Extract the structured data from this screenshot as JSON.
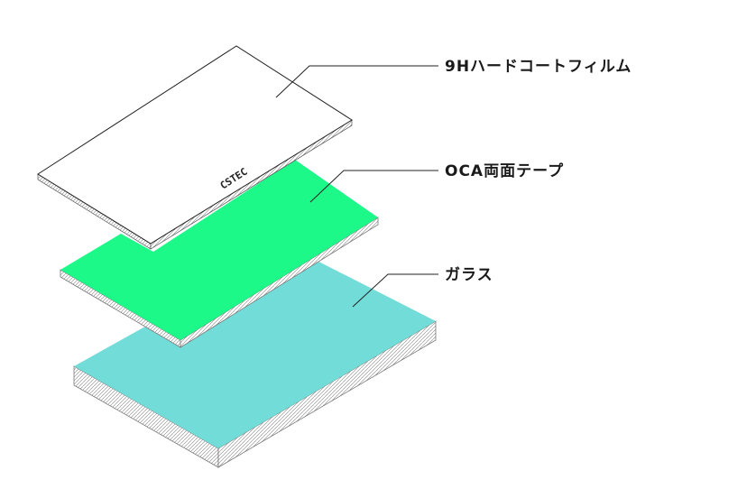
{
  "layers": [
    {
      "label": "9Hハードコートフィルム",
      "color": "#ffffff"
    },
    {
      "label": "OCA両面テープ",
      "color": "#1cf988"
    },
    {
      "label": "ガラス",
      "color": "#72dcd8"
    }
  ],
  "brand_text": "CSTEC"
}
